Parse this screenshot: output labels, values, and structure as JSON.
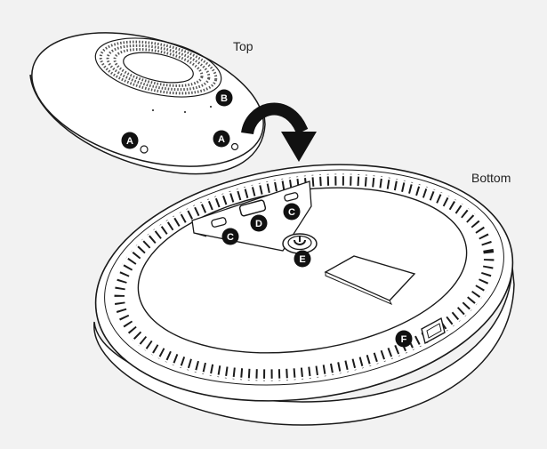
{
  "labels": {
    "top": "Top",
    "bottom": "Bottom"
  },
  "callouts": [
    {
      "id": "A",
      "text": "A",
      "part": "top-indicator-left"
    },
    {
      "id": "A",
      "text": "A",
      "part": "top-indicator-right"
    },
    {
      "id": "B",
      "text": "B",
      "part": "top-speaker-grille"
    },
    {
      "id": "C",
      "text": "C",
      "part": "bottom-port-right"
    },
    {
      "id": "C",
      "text": "C",
      "part": "bottom-port-left"
    },
    {
      "id": "D",
      "text": "D",
      "part": "bottom-port-hdmi"
    },
    {
      "id": "E",
      "text": "E",
      "part": "bottom-power-button"
    },
    {
      "id": "F",
      "text": "F",
      "part": "side-lock-slot"
    }
  ],
  "colors": {
    "line": "#1a1a1a",
    "fill": "#ffffff",
    "background": "#f2f2f2",
    "callout": "#111111"
  }
}
